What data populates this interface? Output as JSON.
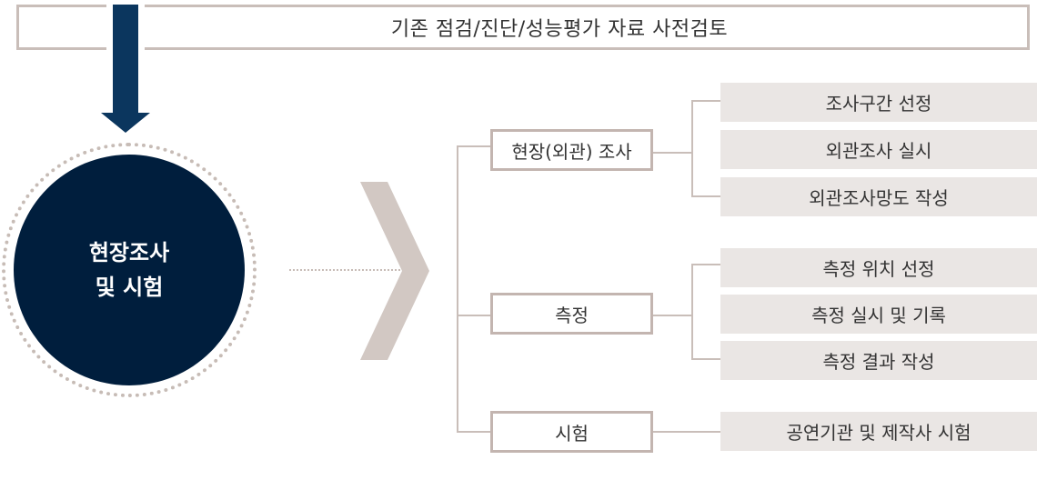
{
  "header": {
    "title": "기존 점검/진단/성능평가 자료 사전검토"
  },
  "main_circle": {
    "line1": "현장조사",
    "line2": "및 시험"
  },
  "branches": [
    {
      "label": "현장(외관) 조사",
      "items": [
        "조사구간 선정",
        "외관조사 실시",
        "외관조사망도 작성"
      ]
    },
    {
      "label": "측정",
      "items": [
        "측정 위치 선정",
        "측정 실시 및 기록",
        "측정 결과 작성"
      ]
    },
    {
      "label": "시험",
      "items": [
        "공연기관 및 제작사 시험"
      ]
    }
  ],
  "colors": {
    "navy": "#001e3d",
    "arrow_blue": "#0b365e",
    "border_taupe": "#c9beb9",
    "leaf_fill": "#eae6e4"
  }
}
